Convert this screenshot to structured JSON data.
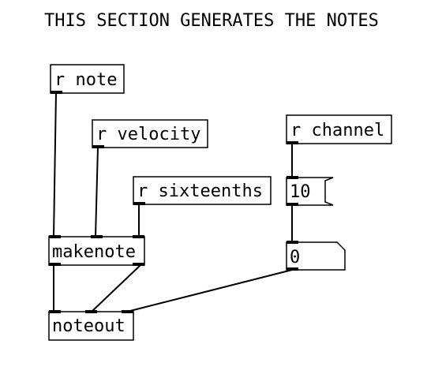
{
  "patch": {
    "comment": "THIS SECTION GENERATES THE NOTES",
    "objects": [
      {
        "id": "r-note",
        "label": "r note"
      },
      {
        "id": "r-velocity",
        "label": "r velocity"
      },
      {
        "id": "r-sixteenths",
        "label": "r sixteenths"
      },
      {
        "id": "r-channel",
        "label": "r channel"
      },
      {
        "id": "makenote",
        "label": "makenote"
      },
      {
        "id": "noteout",
        "label": "noteout"
      }
    ],
    "messages": [
      {
        "id": "msg-10",
        "label": "10"
      }
    ],
    "numbers": [
      {
        "id": "number-box",
        "value": "0"
      }
    ]
  }
}
